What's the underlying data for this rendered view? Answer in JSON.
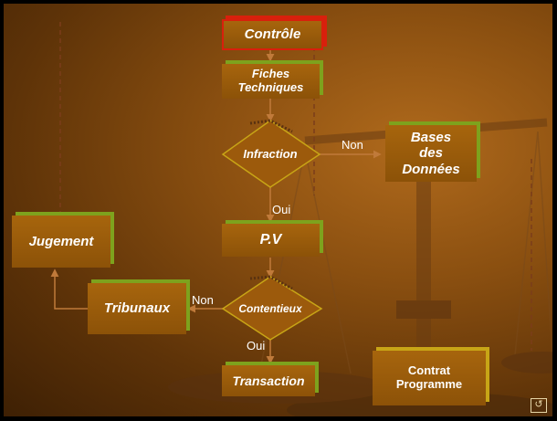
{
  "nodes": {
    "controle": "Contrôle",
    "fiches": "Fiches\nTechniques",
    "infraction": "Infraction",
    "bases": "Bases\ndes\nDonnées",
    "pv": "P.V",
    "jugement": "Jugement",
    "tribunaux": "Tribunaux",
    "contentieux": "Contentieux",
    "transaction": "Transaction",
    "contrat": "Contrat\nProgramme"
  },
  "edges": {
    "non_infraction": "Non",
    "oui_infraction": "Oui",
    "non_contentieux": "Non",
    "oui_contentieux": "Oui"
  },
  "nav": {
    "icon": "return-icon",
    "glyph": "↺"
  }
}
